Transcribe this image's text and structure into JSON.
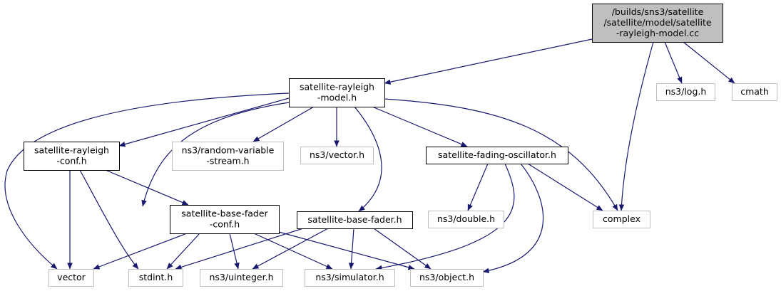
{
  "graph": {
    "colors": {
      "edge": "#191970",
      "focus_fill": "#bfbfbf",
      "documented_border": "#000000",
      "undocumented_border": "#bfbfbf",
      "node_fill": "#ffffff"
    },
    "nodes": [
      {
        "id": "root",
        "lines": [
          "/builds/sns3/satellite",
          "/satellite/model/satellite",
          "-rayleigh-model.cc"
        ],
        "style": "focus"
      },
      {
        "id": "rayleigh_model_h",
        "lines": [
          "satellite-rayleigh",
          "-model.h"
        ],
        "style": "documented"
      },
      {
        "id": "log_h",
        "lines": [
          "ns3/log.h"
        ],
        "style": "external"
      },
      {
        "id": "cmath",
        "lines": [
          "cmath"
        ],
        "style": "external"
      },
      {
        "id": "rayleigh_conf_h",
        "lines": [
          "satellite-rayleigh",
          "-conf.h"
        ],
        "style": "documented"
      },
      {
        "id": "random_variable_stream_h",
        "lines": [
          "ns3/random-variable",
          "-stream.h"
        ],
        "style": "external"
      },
      {
        "id": "ns3_vector_h",
        "lines": [
          "ns3/vector.h"
        ],
        "style": "external"
      },
      {
        "id": "fading_oscillator_h",
        "lines": [
          "satellite-fading-oscillator.h"
        ],
        "style": "documented"
      },
      {
        "id": "base_fader_conf_h",
        "lines": [
          "satellite-base-fader",
          "-conf.h"
        ],
        "style": "documented"
      },
      {
        "id": "base_fader_h",
        "lines": [
          "satellite-base-fader.h"
        ],
        "style": "documented"
      },
      {
        "id": "double_h",
        "lines": [
          "ns3/double.h"
        ],
        "style": "external"
      },
      {
        "id": "complex",
        "lines": [
          "complex"
        ],
        "style": "external"
      },
      {
        "id": "vector",
        "lines": [
          "vector"
        ],
        "style": "external"
      },
      {
        "id": "stdint_h",
        "lines": [
          "stdint.h"
        ],
        "style": "external"
      },
      {
        "id": "uinteger_h",
        "lines": [
          "ns3/uinteger.h"
        ],
        "style": "external"
      },
      {
        "id": "simulator_h",
        "lines": [
          "ns3/simulator.h"
        ],
        "style": "external"
      },
      {
        "id": "object_h",
        "lines": [
          "ns3/object.h"
        ],
        "style": "external"
      }
    ],
    "edges": [
      [
        "root",
        "rayleigh_model_h"
      ],
      [
        "root",
        "log_h"
      ],
      [
        "root",
        "cmath"
      ],
      [
        "root",
        "complex"
      ],
      [
        "rayleigh_model_h",
        "vector"
      ],
      [
        "rayleigh_model_h",
        "rayleigh_conf_h"
      ],
      [
        "rayleigh_model_h",
        "stdint_h"
      ],
      [
        "rayleigh_model_h",
        "random_variable_stream_h"
      ],
      [
        "rayleigh_model_h",
        "ns3_vector_h"
      ],
      [
        "rayleigh_model_h",
        "base_fader_h"
      ],
      [
        "rayleigh_model_h",
        "fading_oscillator_h"
      ],
      [
        "rayleigh_model_h",
        "complex"
      ],
      [
        "rayleigh_conf_h",
        "vector"
      ],
      [
        "rayleigh_conf_h",
        "stdint_h"
      ],
      [
        "rayleigh_conf_h",
        "base_fader_conf_h"
      ],
      [
        "base_fader_conf_h",
        "vector"
      ],
      [
        "base_fader_conf_h",
        "stdint_h"
      ],
      [
        "base_fader_conf_h",
        "uinteger_h"
      ],
      [
        "base_fader_conf_h",
        "simulator_h"
      ],
      [
        "base_fader_conf_h",
        "object_h"
      ],
      [
        "base_fader_h",
        "stdint_h"
      ],
      [
        "base_fader_h",
        "uinteger_h"
      ],
      [
        "base_fader_h",
        "simulator_h"
      ],
      [
        "base_fader_h",
        "object_h"
      ],
      [
        "fading_oscillator_h",
        "double_h"
      ],
      [
        "fading_oscillator_h",
        "complex"
      ],
      [
        "fading_oscillator_h",
        "simulator_h"
      ],
      [
        "fading_oscillator_h",
        "object_h"
      ]
    ]
  }
}
